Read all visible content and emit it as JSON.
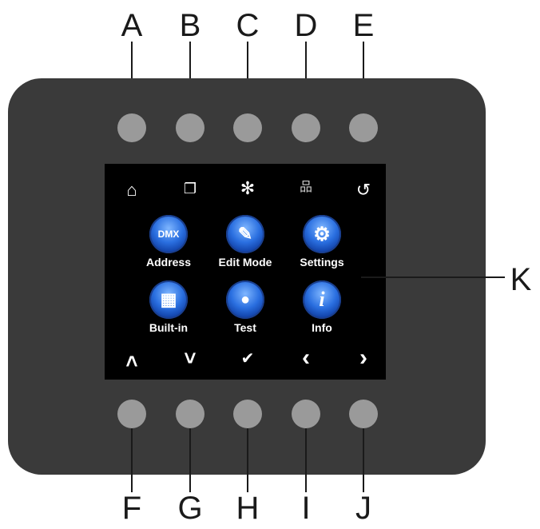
{
  "top_labels": [
    "A",
    "B",
    "C",
    "D",
    "E"
  ],
  "bottom_labels": [
    "F",
    "G",
    "H",
    "I",
    "J"
  ],
  "side_label": "K",
  "screen": {
    "top_icons": [
      {
        "icon": "home-icon",
        "glyph": "⌂"
      },
      {
        "icon": "layers-icon",
        "glyph": "❐"
      },
      {
        "icon": "asterisk-icon",
        "glyph": "✻"
      },
      {
        "icon": "network-icon",
        "glyph": "品"
      },
      {
        "icon": "undo-icon",
        "glyph": "↺"
      }
    ],
    "menu": [
      {
        "label": "Address",
        "glyph": "DMX",
        "icon": "dmx-icon"
      },
      {
        "label": "Edit Mode",
        "glyph": "✎",
        "icon": "pencil-icon"
      },
      {
        "label": "Settings",
        "glyph": "⚙",
        "icon": "gears-icon"
      },
      {
        "label": "Built-in",
        "glyph": "▦",
        "icon": "film-icon"
      },
      {
        "label": "Test",
        "glyph": "●",
        "icon": "bulb-icon"
      },
      {
        "label": "Info",
        "glyph": "i",
        "icon": "info-icon"
      }
    ],
    "bottom_icons": [
      {
        "icon": "up-icon",
        "glyph": "˄"
      },
      {
        "icon": "down-icon",
        "glyph": "˅"
      },
      {
        "icon": "check-icon",
        "glyph": "✔"
      },
      {
        "icon": "left-icon",
        "glyph": "‹"
      },
      {
        "icon": "right-icon",
        "glyph": "›"
      }
    ]
  },
  "colors": {
    "panel": "#3a3a3a",
    "button": "#9a9a9a",
    "screen": "#000000",
    "orb": "#2a6fe0"
  }
}
